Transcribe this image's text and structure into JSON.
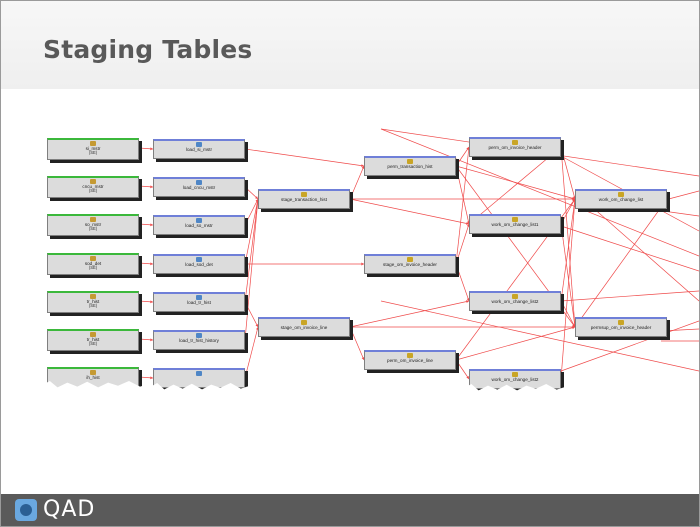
{
  "slide": {
    "title": "Staging Tables",
    "logo_text": "QAD"
  },
  "colors": {
    "edge": "#ef4a4a",
    "source_border": "#3bb83b",
    "load_border": "#6f7fd8"
  },
  "nodes": [
    {
      "id": "si_mstr",
      "label": "si_mstr",
      "sub": "(SE)",
      "kind": "source",
      "icon": "table-icon"
    },
    {
      "id": "cncu_mstr",
      "label": "cncu_mstr",
      "sub": "(SE)",
      "kind": "source",
      "icon": "table-icon"
    },
    {
      "id": "so_mstr",
      "label": "so_mstr",
      "sub": "(SE)",
      "kind": "source",
      "icon": "table-icon"
    },
    {
      "id": "sod_det",
      "label": "sod_det",
      "sub": "(SE)",
      "kind": "source",
      "icon": "table-icon"
    },
    {
      "id": "tr_hist",
      "label": "tr_hist",
      "sub": "(SE)",
      "kind": "source",
      "icon": "table-icon"
    },
    {
      "id": "tr_hist2",
      "label": "tr_hist",
      "sub": "(SE)",
      "kind": "source",
      "icon": "table-icon"
    },
    {
      "id": "ih_hist",
      "label": "ih_hist",
      "sub": "",
      "kind": "source",
      "icon": "table-icon"
    },
    {
      "id": "load_si_mstr",
      "label": "load_si_mstr",
      "sub": "",
      "kind": "load",
      "icon": "load-icon"
    },
    {
      "id": "load_cncu_mstr",
      "label": "load_cncu_mstr",
      "sub": "",
      "kind": "load",
      "icon": "load-icon"
    },
    {
      "id": "load_so_mstr",
      "label": "load_so_mstr",
      "sub": "",
      "kind": "load",
      "icon": "load-icon"
    },
    {
      "id": "load_sod_det",
      "label": "load_sod_det",
      "sub": "",
      "kind": "load",
      "icon": "load-icon"
    },
    {
      "id": "load_tr_hist",
      "label": "load_tr_hist",
      "sub": "",
      "kind": "load",
      "icon": "load-icon"
    },
    {
      "id": "load_tr_hist_history",
      "label": "load_tr_hist_history",
      "sub": "",
      "kind": "load",
      "icon": "load-icon"
    },
    {
      "id": "load_ih",
      "label": "",
      "sub": "",
      "kind": "load",
      "icon": "load-icon"
    },
    {
      "id": "stage_transaction_hist",
      "label": "stage_transaction_hist",
      "sub": "",
      "kind": "stage",
      "icon": "stage-icon"
    },
    {
      "id": "stage_om_invoice_line",
      "label": "stage_om_invoice_line",
      "sub": "",
      "kind": "stage",
      "icon": "stage-icon"
    },
    {
      "id": "perm_transaction_hist",
      "label": "perm_transaction_hist",
      "sub": "",
      "kind": "stage",
      "icon": "stage-icon"
    },
    {
      "id": "stage_om_invoice_header",
      "label": "stage_om_invoice_header",
      "sub": "",
      "kind": "stage",
      "icon": "stage-icon"
    },
    {
      "id": "perm_om_invoice_line",
      "label": "perm_om_invoice_line",
      "sub": "",
      "kind": "stage",
      "icon": "stage-icon"
    },
    {
      "id": "perm_om_invoice_header",
      "label": "perm_om_invoice_header",
      "sub": "",
      "kind": "stage",
      "icon": "stage-icon"
    },
    {
      "id": "work_om_change_list1",
      "label": "work_om_change_list1",
      "sub": "",
      "kind": "stage",
      "icon": "stage-icon"
    },
    {
      "id": "work_om_change_list2a",
      "label": "work_om_change_list2",
      "sub": "",
      "kind": "stage",
      "icon": "stage-icon"
    },
    {
      "id": "work_om_change_list2b",
      "label": "work_om_change_list2",
      "sub": "",
      "kind": "stage",
      "icon": "stage-icon"
    },
    {
      "id": "work_om_change_list",
      "label": "work_om_change_list",
      "sub": "",
      "kind": "stage",
      "icon": "stage-icon"
    },
    {
      "id": "permsup_om_invoice_header",
      "label": "permsup_om_invoice_header",
      "sub": "",
      "kind": "stage",
      "icon": "stage-icon"
    }
  ],
  "edges": [
    [
      "si_mstr",
      "load_si_mstr"
    ],
    [
      "cncu_mstr",
      "load_cncu_mstr"
    ],
    [
      "so_mstr",
      "load_so_mstr"
    ],
    [
      "sod_det",
      "load_sod_det"
    ],
    [
      "tr_hist",
      "load_tr_hist"
    ],
    [
      "tr_hist2",
      "load_tr_hist_history"
    ],
    [
      "ih_hist",
      "load_ih"
    ],
    [
      "load_si_mstr",
      "perm_transaction_hist"
    ],
    [
      "load_cncu_mstr",
      "stage_transaction_hist"
    ],
    [
      "load_so_mstr",
      "stage_transaction_hist"
    ],
    [
      "load_sod_det",
      "stage_transaction_hist"
    ],
    [
      "load_tr_hist",
      "stage_transaction_hist"
    ],
    [
      "load_tr_hist_history",
      "stage_transaction_hist"
    ],
    [
      "load_ih",
      "stage_om_invoice_line"
    ],
    [
      "load_tr_hist",
      "stage_om_invoice_line"
    ],
    [
      "load_sod_det",
      "stage_om_invoice_header"
    ],
    [
      "stage_transaction_hist",
      "perm_transaction_hist"
    ],
    [
      "stage_transaction_hist",
      "work_om_change_list1"
    ],
    [
      "stage_transaction_hist",
      "work_om_change_list"
    ],
    [
      "stage_om_invoice_line",
      "perm_om_invoice_line"
    ],
    [
      "stage_om_invoice_line",
      "work_om_change_list2a"
    ],
    [
      "stage_om_invoice_line",
      "permsup_om_invoice_header"
    ],
    [
      "perm_transaction_hist",
      "perm_om_invoice_header"
    ],
    [
      "perm_transaction_hist",
      "work_om_change_list1"
    ],
    [
      "perm_transaction_hist",
      "work_om_change_list"
    ],
    [
      "perm_transaction_hist",
      "permsup_om_invoice_header"
    ],
    [
      "stage_om_invoice_header",
      "perm_om_invoice_header"
    ],
    [
      "stage_om_invoice_header",
      "work_om_change_list2a"
    ],
    [
      "stage_om_invoice_header",
      "work_om_change_list1"
    ],
    [
      "perm_om_invoice_line",
      "work_om_change_list2b"
    ],
    [
      "perm_om_invoice_line",
      "permsup_om_invoice_header"
    ],
    [
      "perm_om_invoice_line",
      "work_om_change_list"
    ],
    [
      "perm_om_invoice_header",
      "work_om_change_list"
    ],
    [
      "perm_om_invoice_header",
      "work_om_change_list1"
    ],
    [
      "perm_om_invoice_header",
      "permsup_om_invoice_header"
    ],
    [
      "work_om_change_list1",
      "work_om_change_list"
    ],
    [
      "work_om_change_list1",
      "permsup_om_invoice_header"
    ],
    [
      "work_om_change_list2a",
      "permsup_om_invoice_header"
    ],
    [
      "work_om_change_list2a",
      "work_om_change_list"
    ],
    [
      "work_om_change_list2b",
      "work_om_change_list"
    ],
    [
      "work_om_change_list",
      "permsup_om_invoice_header"
    ]
  ]
}
